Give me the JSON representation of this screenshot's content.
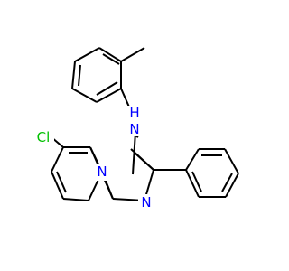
{
  "molecule": {
    "atoms": [
      {
        "label": "N",
        "color": "#0000ff"
      },
      {
        "label": "H",
        "color": "#0000ff"
      },
      {
        "label": "N",
        "color": "#0000ff"
      },
      {
        "label": "N",
        "color": "#0000ff"
      },
      {
        "label": "Cl",
        "color": "#00c000"
      }
    ],
    "bond_color": "#000000",
    "background": "#ffffff"
  }
}
